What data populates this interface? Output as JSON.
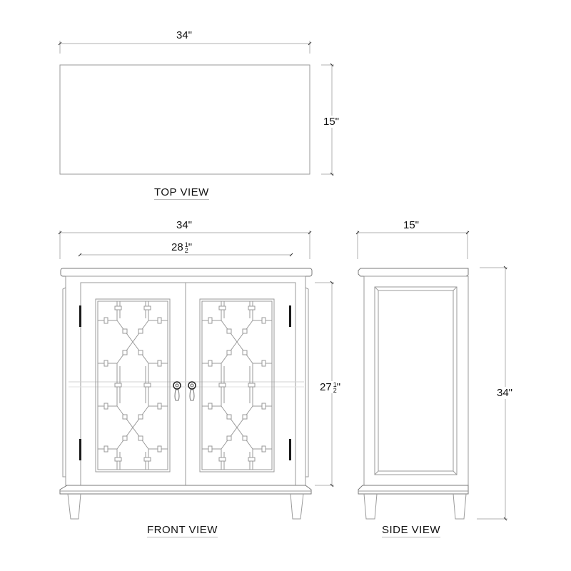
{
  "top_view": {
    "title": "TOP VIEW",
    "width_label": "34\"",
    "depth_label": "15\""
  },
  "front_view": {
    "title": "FRONT VIEW",
    "overall_width_label": "34\"",
    "inner_width_whole": "28",
    "inner_width_num": "1",
    "inner_width_den": "2",
    "inner_width_unit": "\"",
    "door_height_whole": "27",
    "door_height_num": "1",
    "door_height_den": "2",
    "door_height_unit": "\""
  },
  "side_view": {
    "title": "SIDE VIEW",
    "depth_label": "15\"",
    "height_label": "34\""
  },
  "colors": {
    "line": "#9a9a9a",
    "dimension": "#b0b0b0",
    "hinge": "#1a1a1a",
    "text": "#111111"
  }
}
